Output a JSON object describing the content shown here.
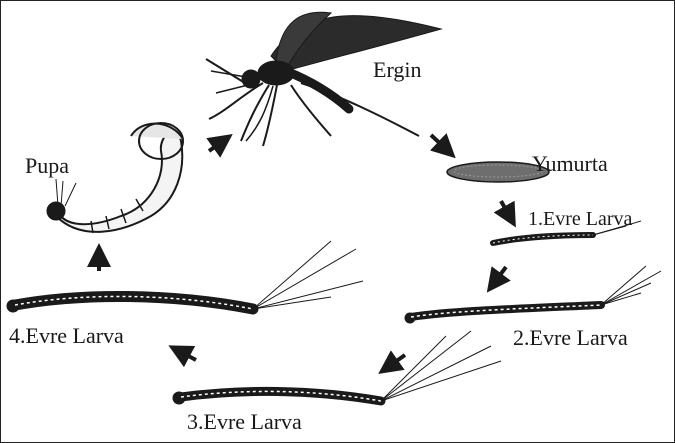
{
  "diagram": {
    "stages": {
      "adult": "Ergin",
      "egg": "Yumurta",
      "larva1": "1.Evre Larva",
      "larva2": "2.Evre Larva",
      "larva3": "3.Evre Larva",
      "larva4": "4.Evre Larva",
      "pupa": "Pupa"
    },
    "icons": [
      "mosquito-icon",
      "egg-raft-icon",
      "larva-icon",
      "pupa-icon",
      "arrow-icon"
    ],
    "colors": {
      "ink": "#1a1a1a",
      "paper": "#ffffff"
    }
  }
}
